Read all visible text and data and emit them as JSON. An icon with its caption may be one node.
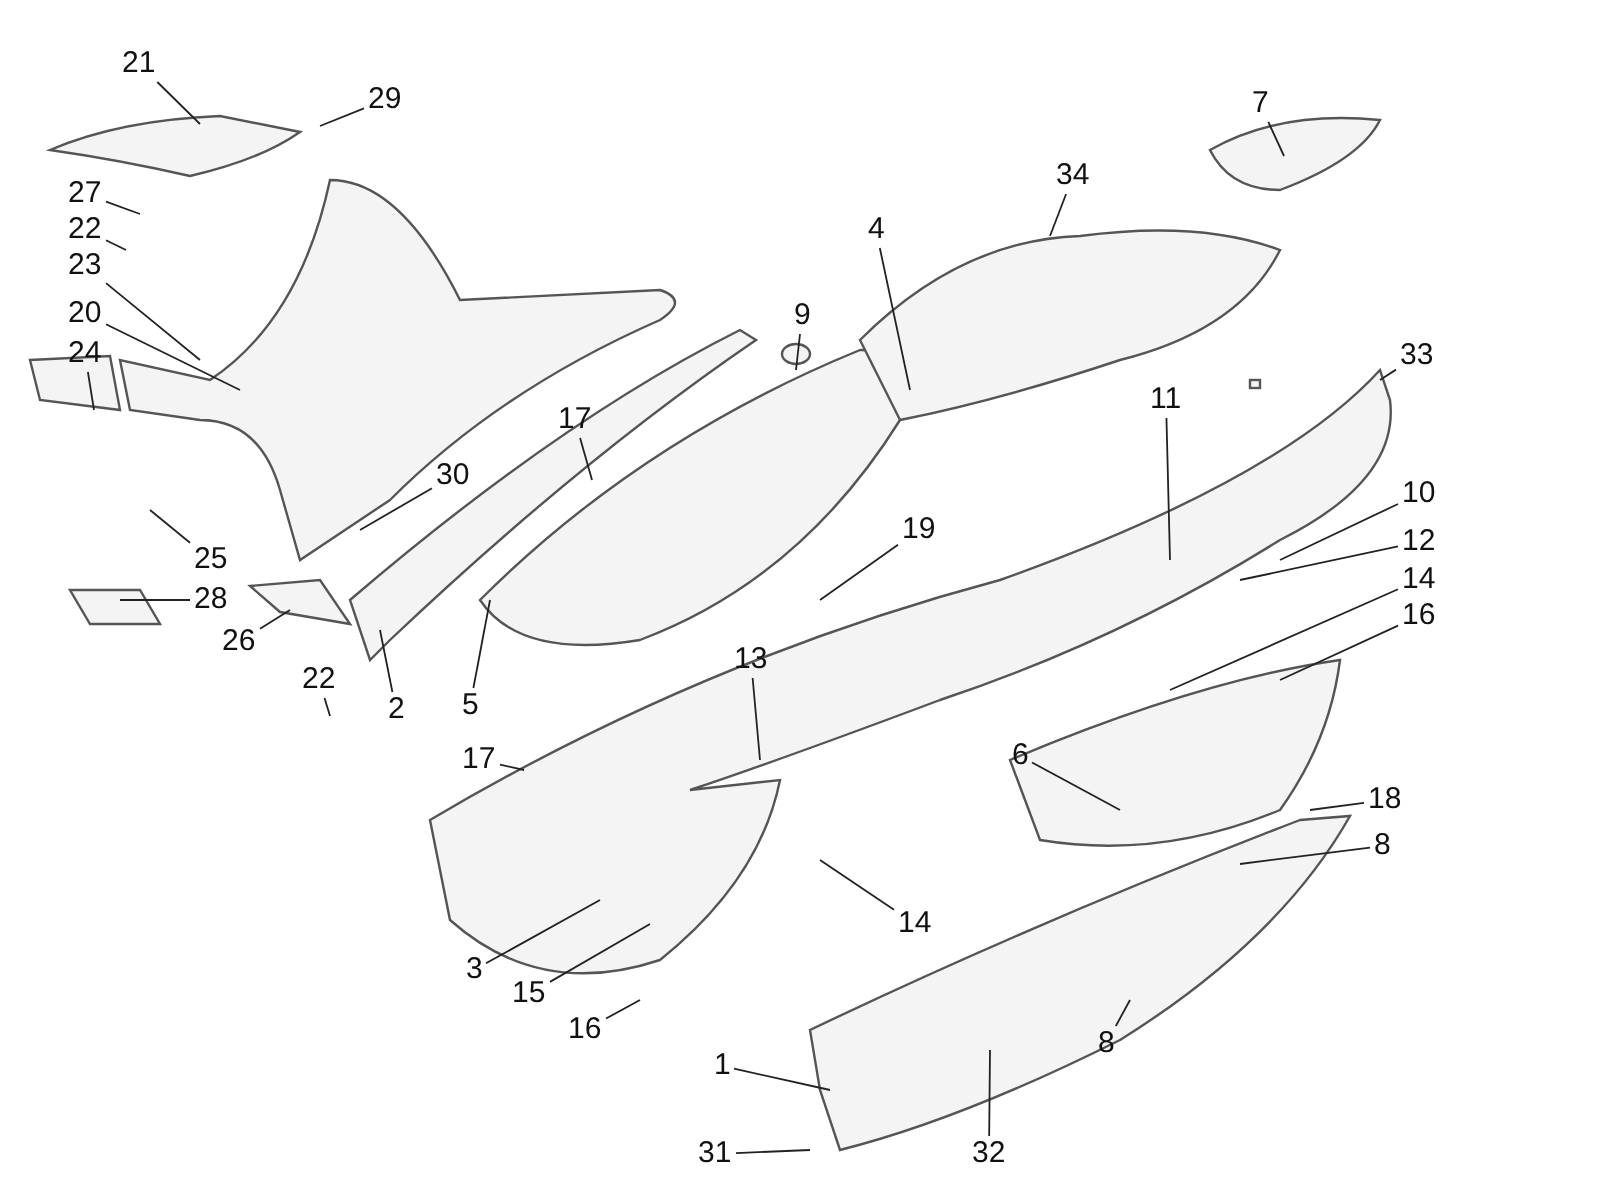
{
  "diagram": {
    "nodes": [
      {
        "text": [
          "21"
        ]
      },
      {
        "text": [
          "29"
        ]
      },
      {
        "text": [
          "7"
        ]
      },
      {
        "text": [
          "27"
        ]
      },
      {
        "text": [
          "34"
        ]
      },
      {
        "text": [
          "22"
        ]
      },
      {
        "text": [
          "23"
        ]
      },
      {
        "text": [
          "4"
        ]
      },
      {
        "text": [
          "20"
        ]
      },
      {
        "text": [
          "9"
        ]
      },
      {
        "text": [
          "33"
        ]
      },
      {
        "text": [
          "24"
        ]
      },
      {
        "text": [
          "17"
        ]
      },
      {
        "text": [
          "11"
        ]
      },
      {
        "text": [
          "30"
        ]
      },
      {
        "text": [
          "10"
        ]
      },
      {
        "text": [
          "19"
        ]
      },
      {
        "text": [
          "12"
        ]
      },
      {
        "text": [
          "25"
        ]
      },
      {
        "text": [
          "14"
        ]
      },
      {
        "text": [
          "28"
        ]
      },
      {
        "text": [
          "16"
        ]
      },
      {
        "text": [
          "26"
        ]
      },
      {
        "text": [
          "22"
        ]
      },
      {
        "text": [
          "13"
        ]
      },
      {
        "text": [
          "2"
        ]
      },
      {
        "text": [
          "5"
        ]
      },
      {
        "text": [
          "6"
        ]
      },
      {
        "text": [
          "17"
        ]
      },
      {
        "text": [
          "18"
        ]
      },
      {
        "text": [
          "8"
        ]
      },
      {
        "text": [
          "14"
        ]
      },
      {
        "text": [
          "3"
        ]
      },
      {
        "text": [
          "15"
        ]
      },
      {
        "text": [
          "16"
        ]
      },
      {
        "text": [
          "8"
        ]
      },
      {
        "text": [
          "1"
        ]
      },
      {
        "text": [
          "31"
        ]
      },
      {
        "text": [
          "32"
        ]
      }
    ],
    "edges": [
      {
        "from": 0,
        "to": null,
        "arrow": "none"
      },
      {
        "from": 1,
        "to": null,
        "arrow": "none"
      },
      {
        "from": 2,
        "to": null,
        "arrow": "none"
      },
      {
        "from": 3,
        "to": null,
        "arrow": "none"
      },
      {
        "from": 4,
        "to": null,
        "arrow": "none"
      },
      {
        "from": 5,
        "to": null,
        "arrow": "none"
      },
      {
        "from": 6,
        "to": null,
        "arrow": "none"
      },
      {
        "from": 7,
        "to": null,
        "arrow": "none"
      },
      {
        "from": 8,
        "to": null,
        "arrow": "none"
      },
      {
        "from": 9,
        "to": null,
        "arrow": "none"
      },
      {
        "from": 10,
        "to": null,
        "arrow": "none"
      },
      {
        "from": 11,
        "to": null,
        "arrow": "none"
      },
      {
        "from": 12,
        "to": null,
        "arrow": "none"
      },
      {
        "from": 13,
        "to": null,
        "arrow": "none"
      },
      {
        "from": 14,
        "to": null,
        "arrow": "none"
      },
      {
        "from": 15,
        "to": null,
        "arrow": "none"
      },
      {
        "from": 16,
        "to": null,
        "arrow": "none"
      },
      {
        "from": 17,
        "to": null,
        "arrow": "none"
      },
      {
        "from": 18,
        "to": null,
        "arrow": "none"
      },
      {
        "from": 19,
        "to": null,
        "arrow": "none"
      },
      {
        "from": 20,
        "to": null,
        "arrow": "none"
      },
      {
        "from": 21,
        "to": null,
        "arrow": "none"
      },
      {
        "from": 22,
        "to": null,
        "arrow": "none"
      },
      {
        "from": 23,
        "to": null,
        "arrow": "none"
      },
      {
        "from": 24,
        "to": null,
        "arrow": "none"
      },
      {
        "from": 25,
        "to": null,
        "arrow": "none"
      },
      {
        "from": 26,
        "to": null,
        "arrow": "none"
      },
      {
        "from": 27,
        "to": null,
        "arrow": "none"
      },
      {
        "from": 28,
        "to": null,
        "arrow": "none"
      },
      {
        "from": 29,
        "to": null,
        "arrow": "none"
      },
      {
        "from": 30,
        "to": null,
        "arrow": "none"
      },
      {
        "from": 31,
        "to": null,
        "arrow": "none"
      },
      {
        "from": 32,
        "to": null,
        "arrow": "none"
      },
      {
        "from": 33,
        "to": null,
        "arrow": "none"
      },
      {
        "from": 34,
        "to": null,
        "arrow": "none"
      },
      {
        "from": 35,
        "to": null,
        "arrow": "none"
      },
      {
        "from": 36,
        "to": null,
        "arrow": "none"
      },
      {
        "from": 37,
        "to": null,
        "arrow": "none"
      },
      {
        "from": 38,
        "to": null,
        "arrow": "none"
      }
    ]
  }
}
